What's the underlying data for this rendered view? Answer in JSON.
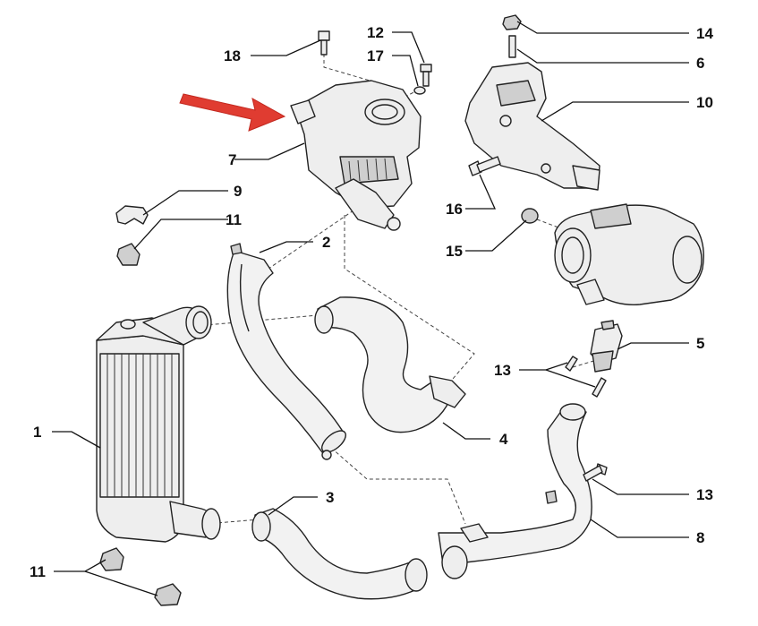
{
  "callouts": [
    {
      "id": "c1",
      "number": "1"
    },
    {
      "id": "c2",
      "number": "2"
    },
    {
      "id": "c3",
      "number": "3"
    },
    {
      "id": "c4",
      "number": "4"
    },
    {
      "id": "c5",
      "number": "5"
    },
    {
      "id": "c6",
      "number": "6"
    },
    {
      "id": "c7",
      "number": "7"
    },
    {
      "id": "c8",
      "number": "8"
    },
    {
      "id": "c9",
      "number": "9"
    },
    {
      "id": "c10",
      "number": "10"
    },
    {
      "id": "c11a",
      "number": "11"
    },
    {
      "id": "c11b",
      "number": "11"
    },
    {
      "id": "c12",
      "number": "12"
    },
    {
      "id": "c13a",
      "number": "13"
    },
    {
      "id": "c13b",
      "number": "13"
    },
    {
      "id": "c14",
      "number": "14"
    },
    {
      "id": "c15",
      "number": "15"
    },
    {
      "id": "c16",
      "number": "16"
    },
    {
      "id": "c17",
      "number": "17"
    },
    {
      "id": "c18",
      "number": "18"
    }
  ],
  "highlight": {
    "icon": "red-arrow-icon",
    "color": "#e03c31",
    "points_to": "7"
  },
  "colors": {
    "line": "#222222",
    "part_fill": "#eeeeee",
    "background": "#ffffff"
  }
}
